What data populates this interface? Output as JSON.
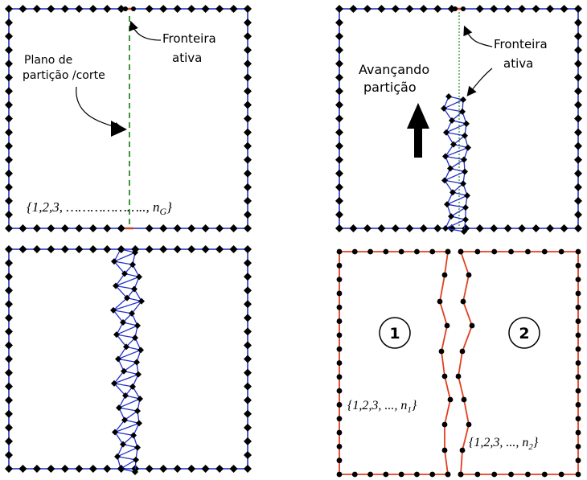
{
  "panel1": {
    "label_boundary_l1": "Fronteira",
    "label_boundary_l2": "ativa",
    "label_plane_l1": "Plano de",
    "label_plane_l2": "partição /corte",
    "set_text": "{1,2,3,  ……………….., n",
    "set_sub": "G",
    "set_close": "}"
  },
  "panel2": {
    "label_boundary_l1": "Fronteira",
    "label_boundary_l2": "ativa",
    "label_advance_l1": "Avançando",
    "label_advance_l2": "partição"
  },
  "panel4": {
    "region1": "1",
    "region2": "2",
    "set1_text": "{1,2,3, ..., n",
    "set1_sub": "1",
    "set1_close": "}",
    "set2_text": "{1,2,3, ..., n",
    "set2_sub": "2",
    "set2_close": "}"
  },
  "colors": {
    "mesh_edge": "#2233cc",
    "node": "#000000",
    "cut_line": "#2a8a2a",
    "active_front": "#d04020",
    "subdomain_edge": "#e04020"
  }
}
